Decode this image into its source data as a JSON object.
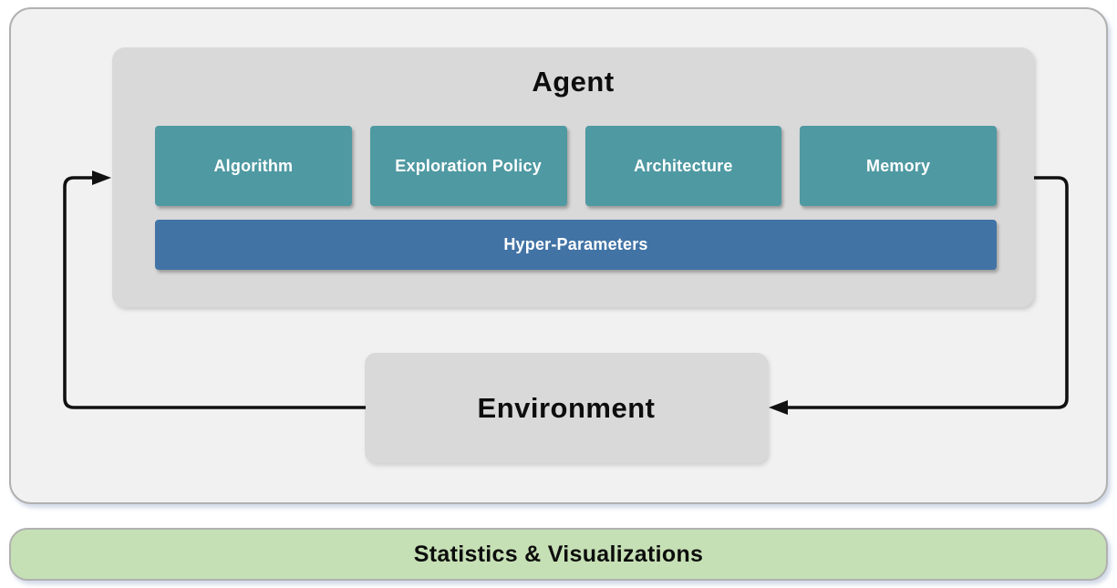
{
  "diagram": {
    "agent": {
      "title": "Agent",
      "components": [
        {
          "label": "Algorithm"
        },
        {
          "label": "Exploration Policy"
        },
        {
          "label": "Architecture"
        },
        {
          "label": "Memory"
        }
      ],
      "hyper_parameters_label": "Hyper-Parameters"
    },
    "environment": {
      "title": "Environment"
    },
    "footer": {
      "label": "Statistics & Visualizations"
    },
    "arrows": [
      {
        "name": "environment-to-agent",
        "direction": "from Environment left side, up and into Agent left side"
      },
      {
        "name": "agent-to-environment",
        "direction": "from Agent right side, down and into Environment right side"
      }
    ],
    "colors": {
      "canvas_fill": "#f1f1f1",
      "panel_gray": "#d9d9d9",
      "component_teal": "#4f99a2",
      "hyper_parameters_blue": "#4173a5",
      "footer_green": "#c6e0b5",
      "border_gray": "#b1b1b1",
      "arrow_black": "#111111",
      "label_white": "#ffffff",
      "title_black": "#0d0d0d"
    }
  }
}
